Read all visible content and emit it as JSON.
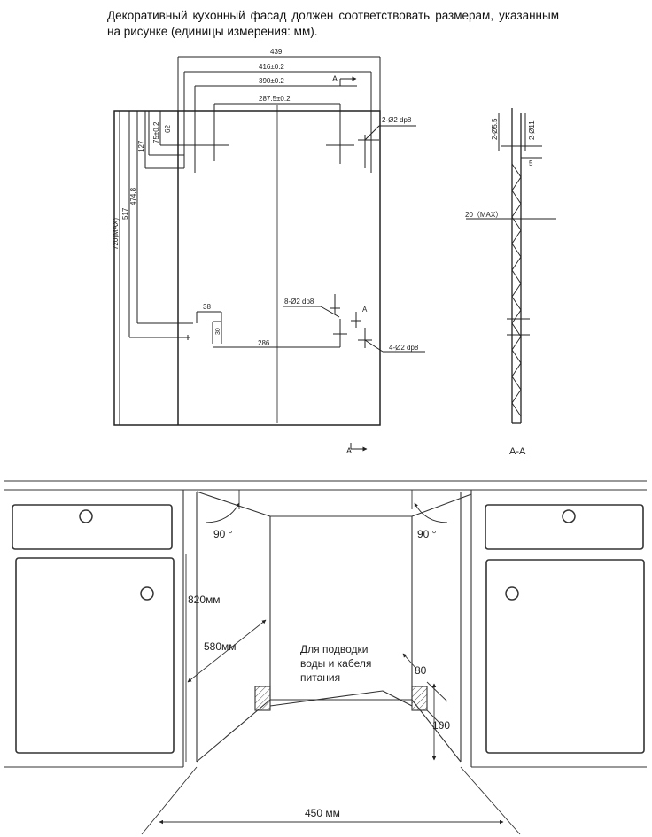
{
  "intro_text": "Декоративный кухонный фасад должен соответствовать размерам, указанным на рисунке (единицы измерения: мм).",
  "front_view": {
    "dim_439": "439",
    "dim_416": "416±0.2",
    "dim_390": "390±0.2",
    "dim_287": "287.5±0.2",
    "dim_75": "75±0.2",
    "dim_62": "62",
    "dim_127": "127",
    "dim_474": "474.8",
    "dim_517": "517",
    "dim_720": "720(MAX)",
    "dim_38": "38",
    "dim_30": "30",
    "dim_286": "286",
    "hole_top": "2-Ø2 dp8",
    "hole_mid": "8-Ø2 dp8",
    "hole_low": "4-Ø2 dp8",
    "section_mark": "A",
    "section_mark_mid": "A"
  },
  "section_view": {
    "dim_55": "2-Ø5.5",
    "dim_11": "2-Ø11",
    "dim_5": "5",
    "dim_20": "20（MAX）",
    "label": "A-A"
  },
  "cabinet": {
    "angle_left": "90 °",
    "angle_right": "90 °",
    "height": "820мм",
    "depth": "580мм",
    "width": "450 мм",
    "note_line1": "Для подводки",
    "note_line2": "воды и кабеля",
    "note_line3": "питания",
    "dim_80": "80",
    "dim_100": "100"
  }
}
